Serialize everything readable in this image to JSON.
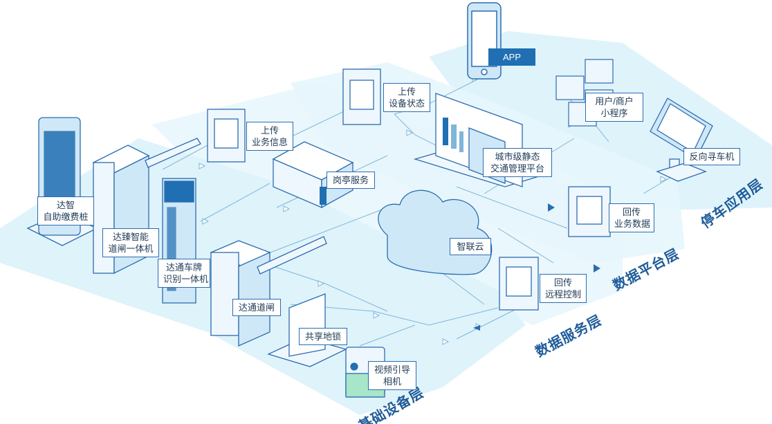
{
  "colors": {
    "layer_fill": "#dff3fb",
    "line": "#7fb6d9",
    "outline": "#2b6cb0",
    "dark_label": "#1f6fb2",
    "text": "#1f3b57",
    "layer_title": "#1f5c99"
  },
  "layers": {
    "app": "停车应用层",
    "platform": "数据平台层",
    "service": "数据服务层",
    "device": "基础设备层"
  },
  "labels": {
    "app_label": "APP",
    "mini_program": [
      "用户/商户",
      "小程序"
    ],
    "reverse_search": "反向寻车机",
    "upload_status": [
      "上传",
      "设备状态"
    ],
    "city_platform": [
      "城市级静态",
      "交通管理平台"
    ],
    "upload_business": [
      "上传",
      "业务信息"
    ],
    "kiosk_service": "岗亭服务",
    "cloud": "智联云",
    "return_business": [
      "回传",
      "业务数据"
    ],
    "return_control": [
      "回传",
      "远程控制"
    ],
    "self_pay": [
      "达智",
      "自助缴费桩"
    ],
    "smart_gate": [
      "达臻智能",
      "道闸一体机"
    ],
    "plate_recog": [
      "达通车牌",
      "识别一体机"
    ],
    "barrier_gate": "达通道闸",
    "shared_lock": "共享地锁",
    "video_camera": [
      "视频引导",
      "相机"
    ]
  },
  "icons": {
    "phone": "smartphone-icon",
    "cubes": "cubes-icon",
    "touchscreen": "touchscreen-kiosk-icon",
    "monitor": "dashboard-monitor-icon",
    "server_box": "server-box-icon",
    "booth": "toll-booth-icon",
    "cloud": "cloud-icon",
    "pay_kiosk": "payment-kiosk-icon",
    "gate": "barrier-gate-icon",
    "camera_pole": "plate-camera-icon",
    "lock": "parking-lock-icon",
    "camera": "video-camera-icon"
  }
}
